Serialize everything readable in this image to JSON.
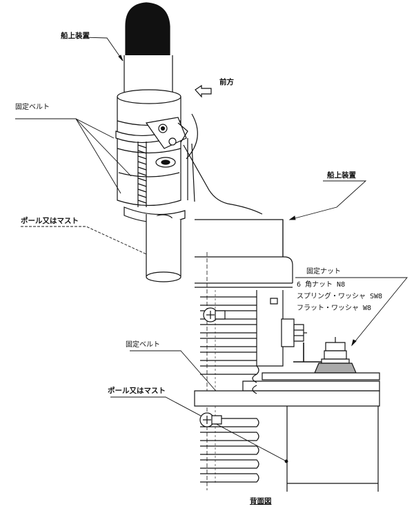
{
  "labels": {
    "top_device": "船上装置",
    "forward": "前方",
    "top_belt": "固定ベルト",
    "top_pole": "ポール又はマスト",
    "right_device": "船上装置",
    "fixing_nut": "固定ナット",
    "hex_nut": "6 角ナット N8",
    "spring_washer": "スプリング・ワッシャ SW8",
    "flat_washer": "フラット・ワッシャ W8",
    "lower_belt": "固定ベルト",
    "lower_pole": "ポール又はマスト",
    "back_view": "背面図"
  }
}
